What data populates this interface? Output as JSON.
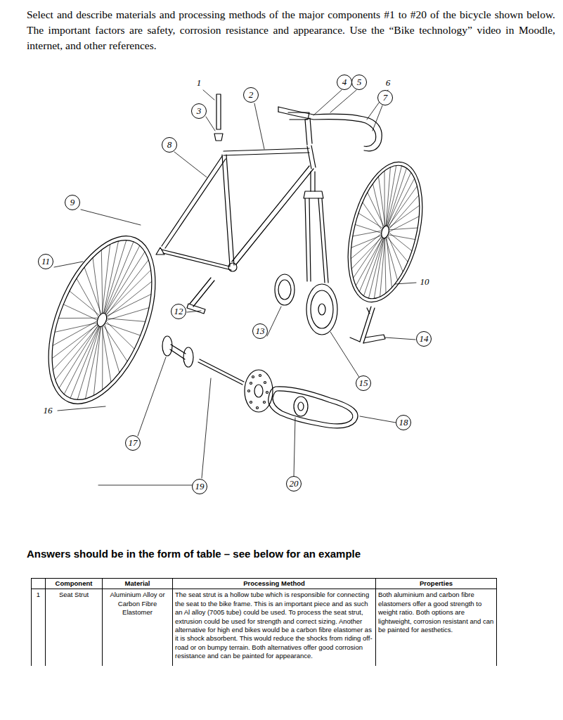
{
  "diagram": {
    "labels": [
      "Select and describe materials and processing methods of the major components #1 to #20 of the bicycle shown below. The important factors are safety, corrosion resistance and appearance. Use the “Bike technology” video in Moodle, internet, and other references.",
      "1",
      "3",
      "2",
      "4",
      "5",
      "6",
      "7",
      "8",
      "9",
      "11",
      "10",
      "12",
      "13",
      "14",
      "15",
      "16",
      "17",
      "18",
      "19",
      "20",
      "Answers should be in the form of table – see below for an example",
      "Component",
      "Material",
      "Processing Method",
      "Properties",
      "1",
      "Seat Strut",
      "Aluminium Alloy or Carbon Fibre Elastomer",
      "The seat strut is a hollow tube which is responsible for connecting the seat to the bike frame. This is an important piece and as such an Al alloy (7005 tube) could be used. To process the seat strut, extrusion could be used for strength and correct sizing. Another alternative for high end bikes would be a carbon fibre elastomer as it is shock absorbent. This would reduce the shocks from riding off-road or on bumpy terrain. Both alternatives offer good corrosion resistance and can be painted for appearance.",
      "Both aluminium and carbon fibre elastomers offer a good strength to weight ratio. Both options are lightweight, corrosion resistant and can be painted for aesthetics."
    ]
  }
}
